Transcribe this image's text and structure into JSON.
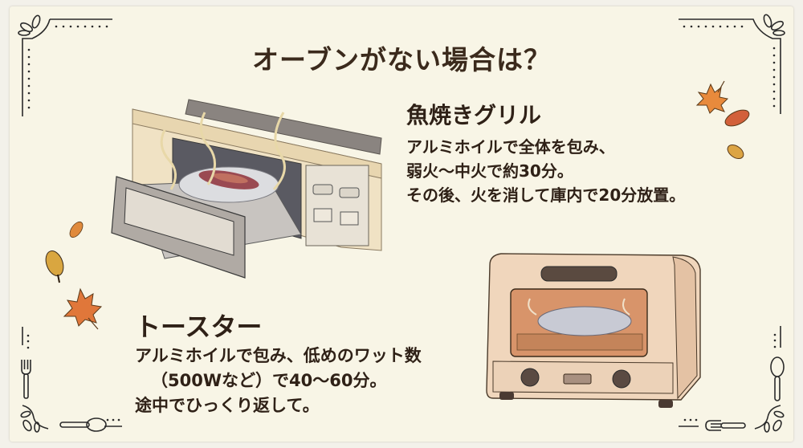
{
  "title": "オーブンがない場合は？",
  "sections": {
    "grill": {
      "heading": "魚焼きグリル",
      "lines": [
        "アルミホイルで全体を包み、",
        "弱火〜中火で約30分。",
        "その後、火を消して庫内で20分放置。"
      ]
    },
    "toaster": {
      "heading": "トースター",
      "lines": [
        "アルミホイルで包み、低めのワット数",
        "（500Wなど）で40〜60分。",
        "途中でひっくり返して。"
      ]
    }
  },
  "illustrations": {
    "grill": "fish-grill-with-foil-wrapped-sweet-potato",
    "toaster": "toaster-oven-with-foil-wrapped-potato"
  },
  "decorations": [
    "maple-leaf-icon",
    "leaf-icon",
    "fork-icon",
    "spoon-icon",
    "corner-flourish-icon"
  ],
  "colors": {
    "text": "#2f2117",
    "paper": "#f8f5e6",
    "leaf_orange": "#e0773a",
    "leaf_yellow": "#d9a640"
  }
}
